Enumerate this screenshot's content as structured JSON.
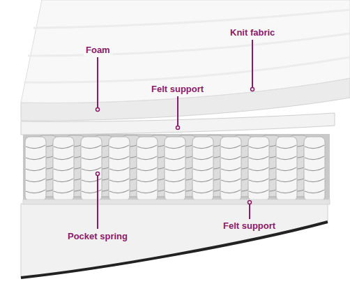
{
  "diagram": {
    "labels": [
      "Knit fabric",
      "Foam",
      "Felt support",
      "Felt support",
      "Pocket spring"
    ]
  }
}
